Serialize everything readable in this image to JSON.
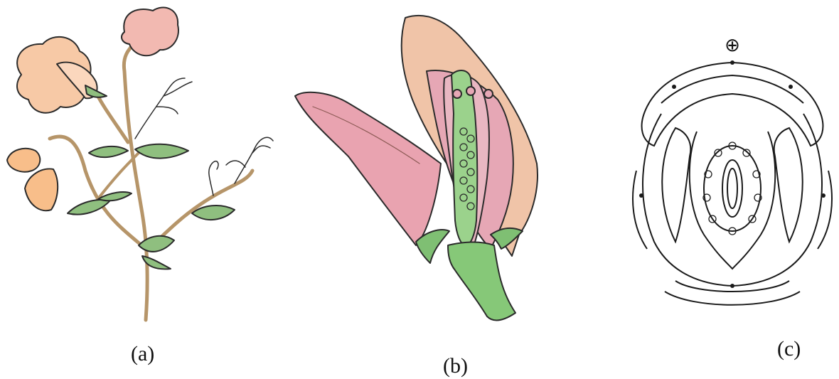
{
  "figure": {
    "panels": [
      {
        "id": "a",
        "label": "(a)",
        "illustration": "flowering-pea-plant-shoot"
      },
      {
        "id": "b",
        "label": "(b)",
        "illustration": "flower-longitudinal-section"
      },
      {
        "id": "c",
        "label": "(c)",
        "illustration": "floral-diagram"
      }
    ],
    "symbols": {
      "floral_symbol": "⊕"
    },
    "colors": {
      "petal": "#f7c9a6",
      "petal_pink": "#e9a3b0",
      "leaf": "#8fbf7f",
      "stem": "#b69569",
      "outline": "#2b2b2b",
      "style_green": "#9bd28c"
    }
  }
}
